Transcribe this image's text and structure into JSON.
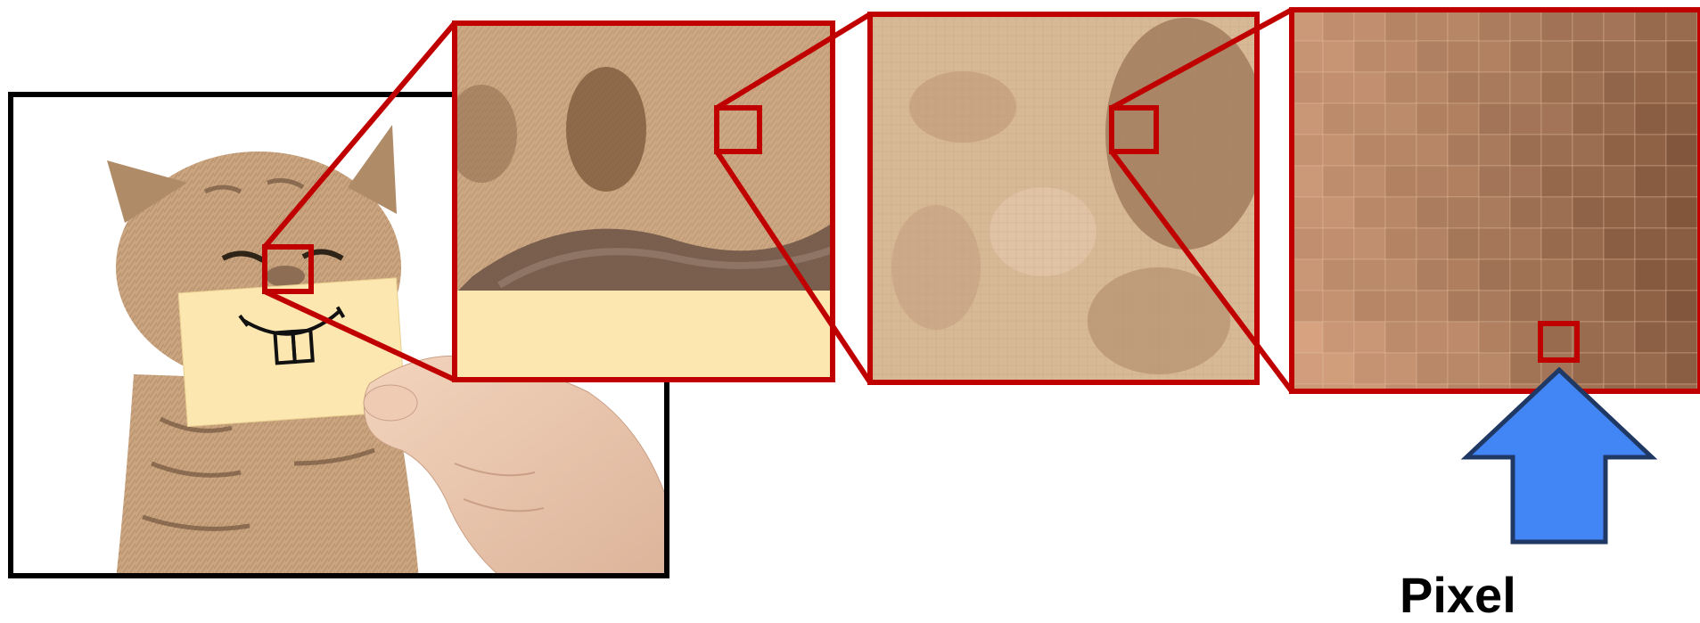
{
  "caption": {
    "pixel_label": "Pixel"
  },
  "colors": {
    "frame_red": "#c00000",
    "photo_border": "#000000",
    "arrow_fill": "#4285f4",
    "arrow_stroke": "#1f3864",
    "sticky_note": "#fde7b0",
    "fur_light": "#d6b38e",
    "fur_dark": "#6e4a30"
  },
  "icons": {
    "photo": "kitten-photo",
    "hand": "hand-icon",
    "sticky_note": "sticky-note-with-smile",
    "arrow": "up-arrow-icon"
  }
}
